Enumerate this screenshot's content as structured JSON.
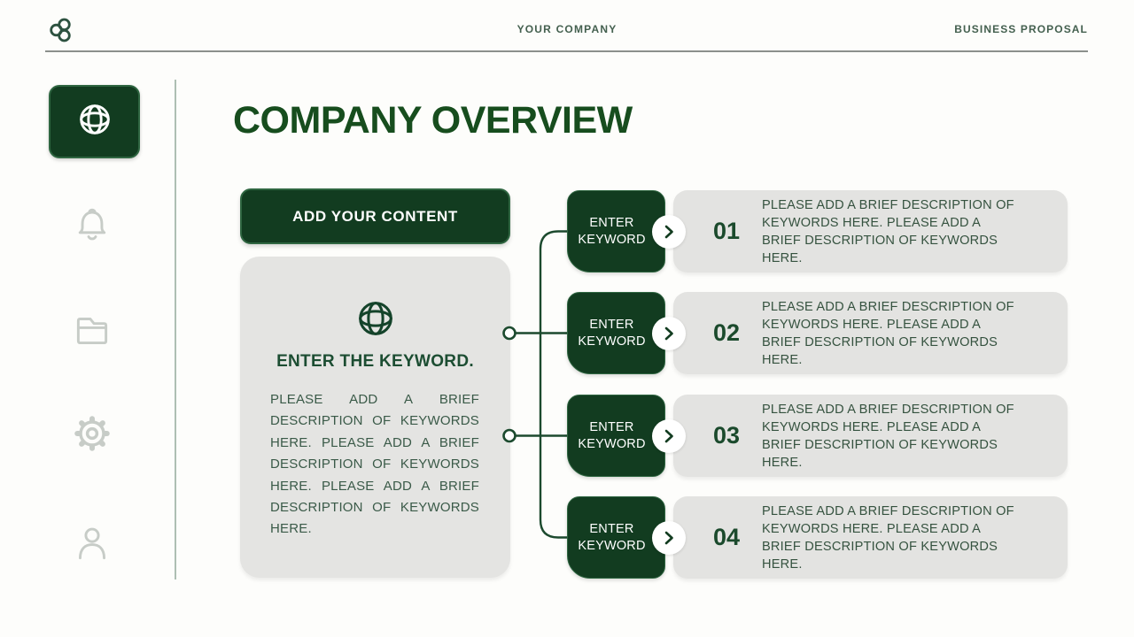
{
  "header": {
    "company": "YOUR COMPANY",
    "doc_type": "BUSINESS PROPOSAL",
    "logo": "three-circles-logo"
  },
  "sidebar": {
    "active_item": "globe",
    "icons": [
      "globe-icon",
      "bell-icon",
      "folder-icon",
      "gear-icon",
      "user-icon"
    ]
  },
  "slide": {
    "title": "COMPANY OVERVIEW",
    "content_button_label": "ADD YOUR CONTENT",
    "keyword_card": {
      "icon": "globe-icon",
      "heading": "ENTER THE KEYWORD.",
      "body": "PLEASE ADD A BRIEF DESCRIPTION OF KEYWORDS HERE. PLEASE ADD A BRIEF DESCRIPTION OF KEYWORDS HERE. PLEASE ADD A BRIEF DESCRIPTION OF KEYWORDS HERE."
    },
    "rows": [
      {
        "keyword": "ENTER KEYWORD",
        "number": "01",
        "description": "PLEASE ADD A BRIEF DESCRIPTION OF KEYWORDS HERE. PLEASE ADD A BRIEF DESCRIPTION OF KEYWORDS HERE."
      },
      {
        "keyword": "ENTER KEYWORD",
        "number": "02",
        "description": "PLEASE ADD A BRIEF DESCRIPTION OF KEYWORDS HERE. PLEASE ADD A BRIEF DESCRIPTION OF KEYWORDS HERE."
      },
      {
        "keyword": "ENTER KEYWORD",
        "number": "03",
        "description": "PLEASE ADD A BRIEF DESCRIPTION OF KEYWORDS HERE. PLEASE ADD A BRIEF DESCRIPTION OF KEYWORDS HERE."
      },
      {
        "keyword": "ENTER KEYWORD",
        "number": "04",
        "description": "PLEASE ADD A BRIEF DESCRIPTION OF KEYWORDS HERE. PLEASE ADD A BRIEF DESCRIPTION OF KEYWORDS HERE."
      }
    ]
  },
  "colors": {
    "dark_green": "#123c20",
    "green_border": "#2f6641",
    "title_green": "#174d1e",
    "card_gray": "#e4e4e2",
    "icon_gray": "#c7ccc7",
    "text_green": "#3a5a48",
    "header_text": "#44604f"
  }
}
